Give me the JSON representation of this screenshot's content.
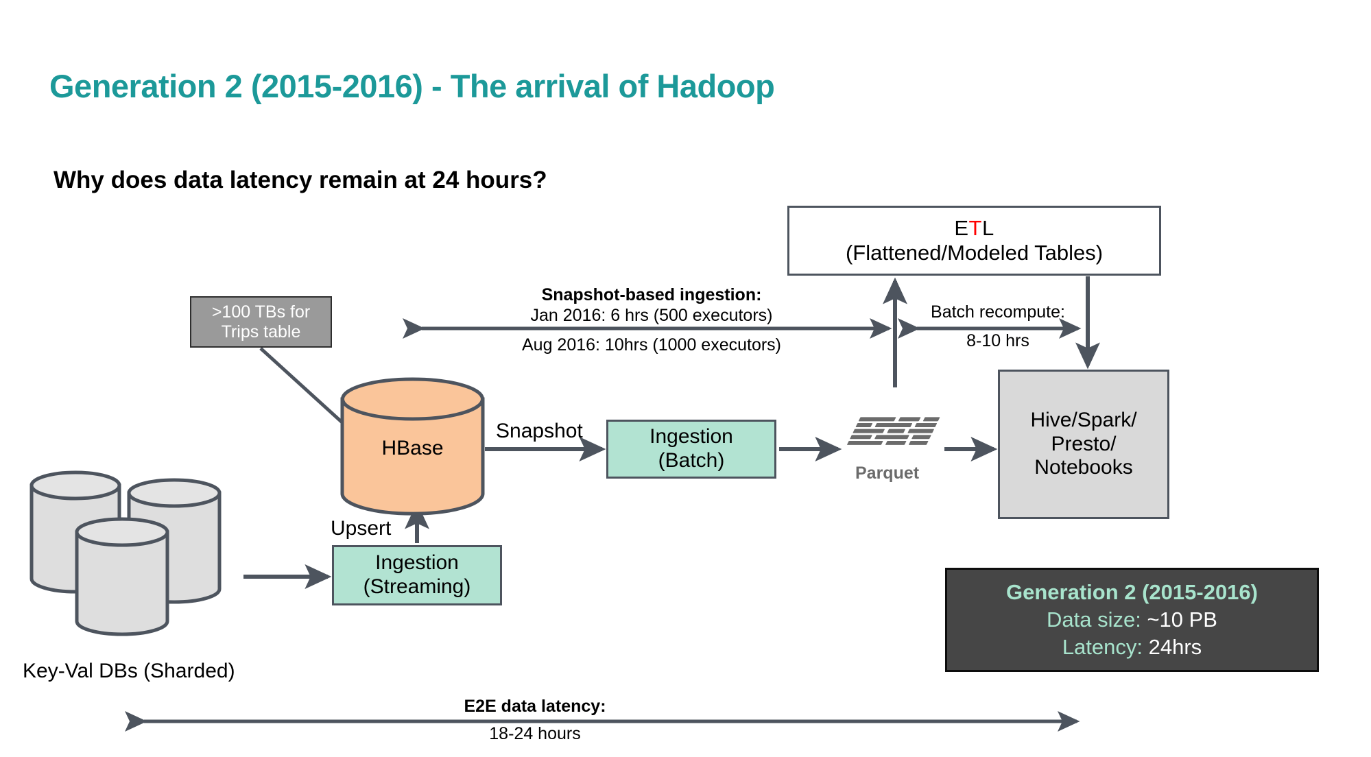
{
  "slide": {
    "title": "Generation 2 (2015-2016) - The arrival of Hadoop",
    "subtitle": "Why does data latency remain at 24 hours?",
    "title_color": "#1C9999"
  },
  "nodes": {
    "etl": {
      "line1_pre": "E",
      "line1_mid": "T",
      "line1_post": "L",
      "line2": "(Flattened/Modeled Tables)"
    },
    "trips_note": {
      "line1": ">100 TBs for",
      "line2": "Trips table",
      "fill": "#9A9A9A"
    },
    "hbase": {
      "label": "HBase",
      "fill": "#FAC59A"
    },
    "ingestion_batch": {
      "line1": "Ingestion",
      "line2": "(Batch)",
      "fill": "#B2E3D2"
    },
    "ingestion_streaming": {
      "line1": "Ingestion",
      "line2": "(Streaming)",
      "fill": "#B2E3D2"
    },
    "parquet": {
      "label": "Parquet",
      "color": "#6B6B6B"
    },
    "query": {
      "line1": "Hive/Spark/",
      "line2": "Presto/",
      "line3": "Notebooks",
      "fill": "#D9D9D9"
    },
    "keyval": {
      "label": "Key-Val DBs (Sharded)",
      "fill": "#DDDDDD"
    }
  },
  "edges": {
    "snapshot": "Snapshot",
    "upsert": "Upsert"
  },
  "annotations": {
    "snapshot_ingestion": {
      "title": "Snapshot-based ingestion:",
      "line1": "Jan 2016: 6 hrs (500 executors)",
      "line2": "Aug 2016: 10hrs (1000 executors)"
    },
    "batch_recompute": {
      "title": "Batch recompute:",
      "value": "8-10 hrs"
    },
    "e2e_latency": {
      "title": "E2E data latency:",
      "value": "18-24 hours"
    }
  },
  "summary": {
    "title": "Generation 2 (2015-2016)",
    "data_size_label": "Data size: ",
    "data_size_value": "~10 PB",
    "latency_label": "Latency: ",
    "latency_value": "24hrs",
    "bg": "#464646",
    "accent": "#A8E4CD"
  }
}
